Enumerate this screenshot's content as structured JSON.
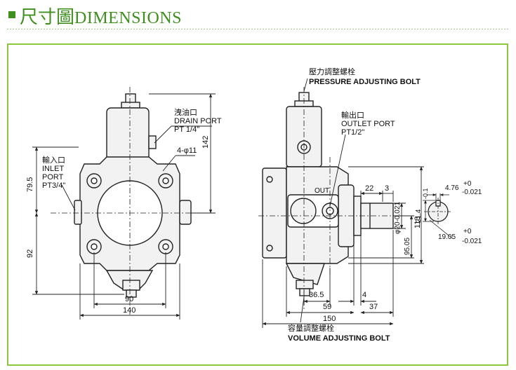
{
  "header": {
    "title_cjk": "尺寸圖",
    "title_en": "DIMENSIONS"
  },
  "colors": {
    "accent": "#3f8f1f",
    "frame": "#8dc63f",
    "line": "#222222",
    "body_fill": "#f2f2f2"
  },
  "labels": {
    "drain_cn": "洩油口",
    "drain_en": "DRAIN PORT",
    "drain_size": "PT 1/4\"",
    "bolt_holes": "4-φ11",
    "inlet_cn": "輸入口",
    "inlet_en1": "INLET",
    "inlet_en2": "PORT",
    "inlet_size": "PT3/4\"",
    "pressure_cn": "壓力調整螺栓",
    "pressure_en": "PRESSURE ADJUSTING BOLT",
    "outlet_cn": "輸出口",
    "outlet_en": "OUTLET PORT",
    "outlet_size": "PT1/2\"",
    "out_mark": "OUT",
    "volume_cn": "容量調整螺栓",
    "volume_en": "VOLUME ADJUSTING BOLT"
  },
  "dimensions": {
    "front_height": "142",
    "inlet_height": "79.5",
    "lower_height": "92",
    "mount_spacing": "90",
    "front_width": "140",
    "key_length": "22",
    "key_offset": "3",
    "shaft_dia": "φ20-0.021",
    "shaft_center": "95.05",
    "side_height": "113",
    "base_offset": "36.5",
    "flange_gap": "4",
    "body_depth": "59",
    "shaft_reach": "37",
    "side_width": "150",
    "key_height": "21.4",
    "key_height_tol": "-0.1",
    "key_width": "4.76",
    "key_width_tol_up": "+0",
    "key_width_tol_dn": "-0.021",
    "shaft_section": "19.05",
    "shaft_section_tol_up": "+0",
    "shaft_section_tol_dn": "-0.021"
  }
}
